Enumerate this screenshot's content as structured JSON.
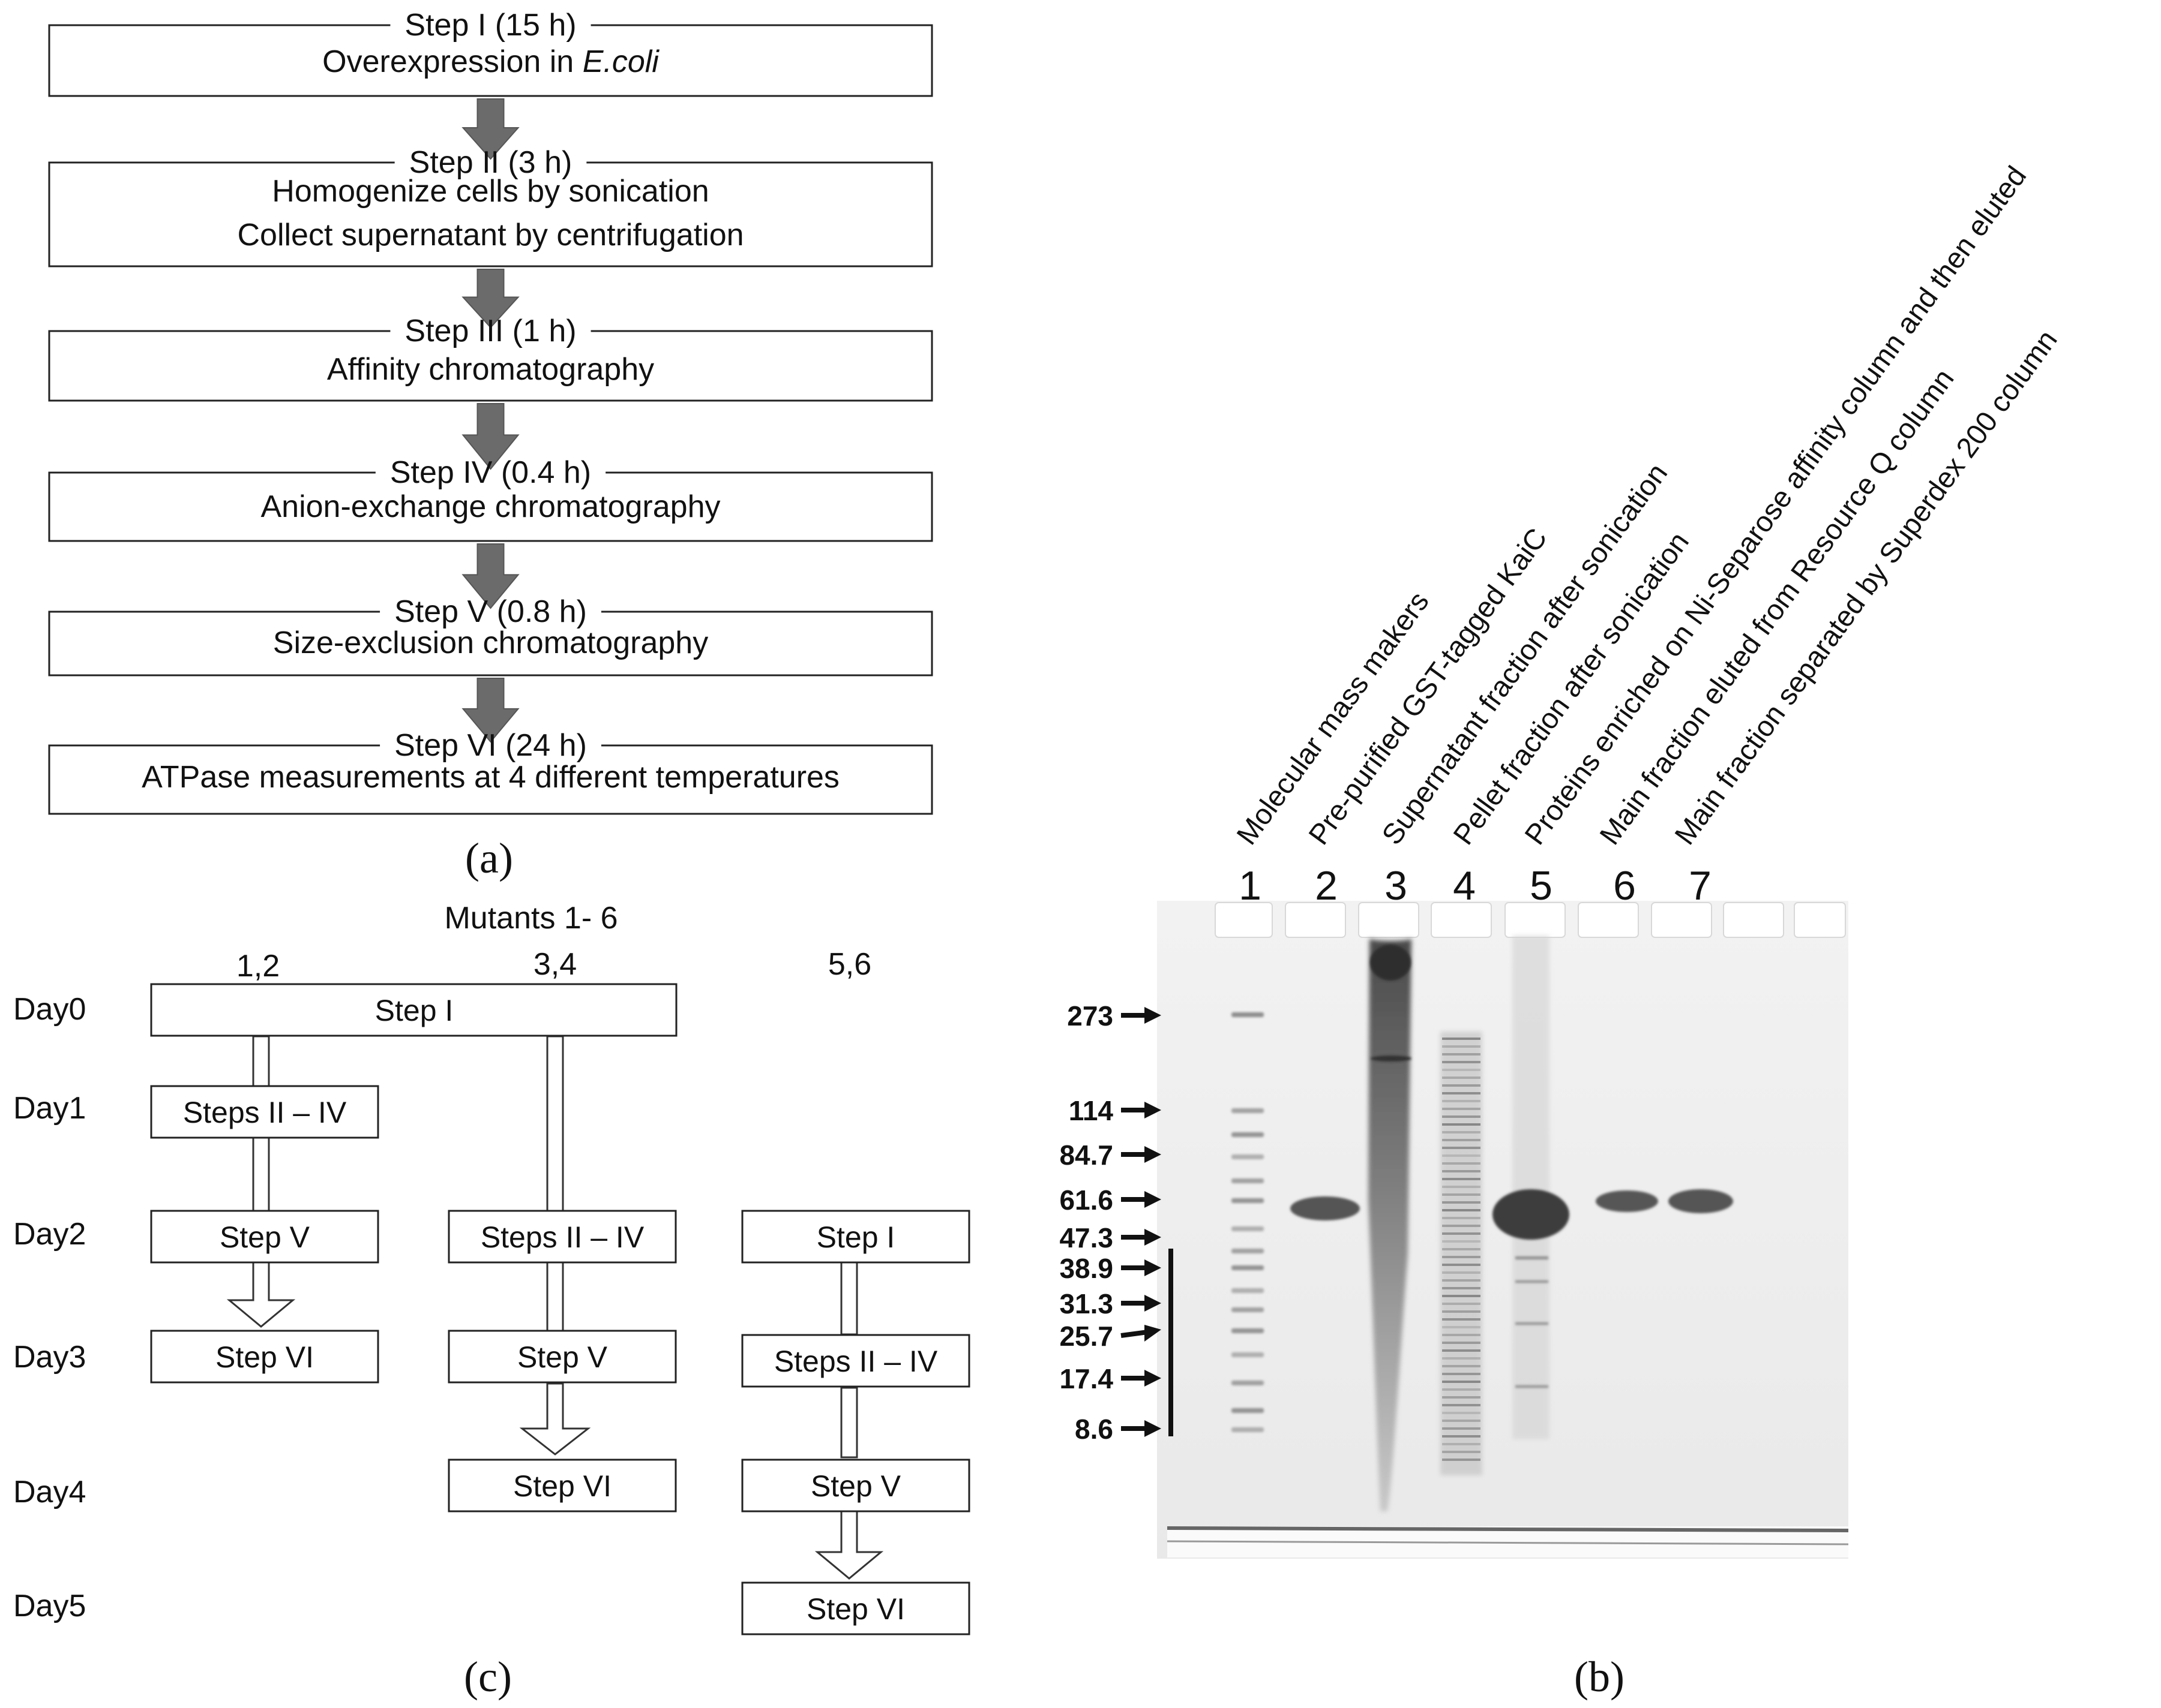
{
  "panel_a": {
    "label": "(a)",
    "steps": [
      {
        "title": "Step I (15 h)",
        "lines": [
          "Overexpression in E.coli"
        ]
      },
      {
        "title": "Step II (3 h)",
        "lines": [
          "Homogenize cells by sonication",
          "Collect supernatant  by centrifugation"
        ]
      },
      {
        "title": "Step III (1 h)",
        "lines": [
          "Affinity chromatography"
        ]
      },
      {
        "title": "Step IV (0.4 h)",
        "lines": [
          "Anion-exchange chromatography"
        ]
      },
      {
        "title": "Step V (0.8 h)",
        "lines": [
          "Size-exclusion chromatography"
        ]
      },
      {
        "title": "Step VI (24 h)",
        "lines": [
          "ATPase measurements at 4 different temperatures"
        ]
      }
    ]
  },
  "panel_c": {
    "label": "(c)",
    "header": "Mutants 1- 6",
    "groups": [
      "1,2",
      "3,4",
      "5,6"
    ],
    "days": [
      "Day0",
      "Day1",
      "Day2",
      "Day3",
      "Day4",
      "Day5"
    ],
    "boxes": {
      "d0_all": "Step I",
      "g1_d1": "Steps II –  IV",
      "g1_d2": "Step V",
      "g1_d3": "Step VI",
      "g2_d2": "Steps II –  IV",
      "g2_d3": "Step V",
      "g2_d4": "Step VI",
      "g3_d2": "Step I",
      "g3_d3": "Steps II –  IV",
      "g3_d4": "Step V",
      "g3_d5": "Step VI"
    }
  },
  "panel_b": {
    "label": "(b)",
    "lane_labels": [
      "Molecular mass makers",
      "Pre-purified GST-tagged KaiC",
      "Supernatant fraction after sonication",
      "Pellet fraction after sonication",
      "Proteins enriched on Ni-Separose affinity column and then eluted",
      "Main fraction eluted from Resource Q column",
      "Main fraction separated by Superdex 200 column"
    ],
    "lane_numbers": [
      "1",
      "2",
      "3",
      "4",
      "5",
      "6",
      "7"
    ],
    "markers": [
      "273",
      "114",
      "84.7",
      "61.6",
      "47.3",
      "38.9",
      "31.3",
      "25.7",
      "17.4",
      "8.6"
    ]
  }
}
